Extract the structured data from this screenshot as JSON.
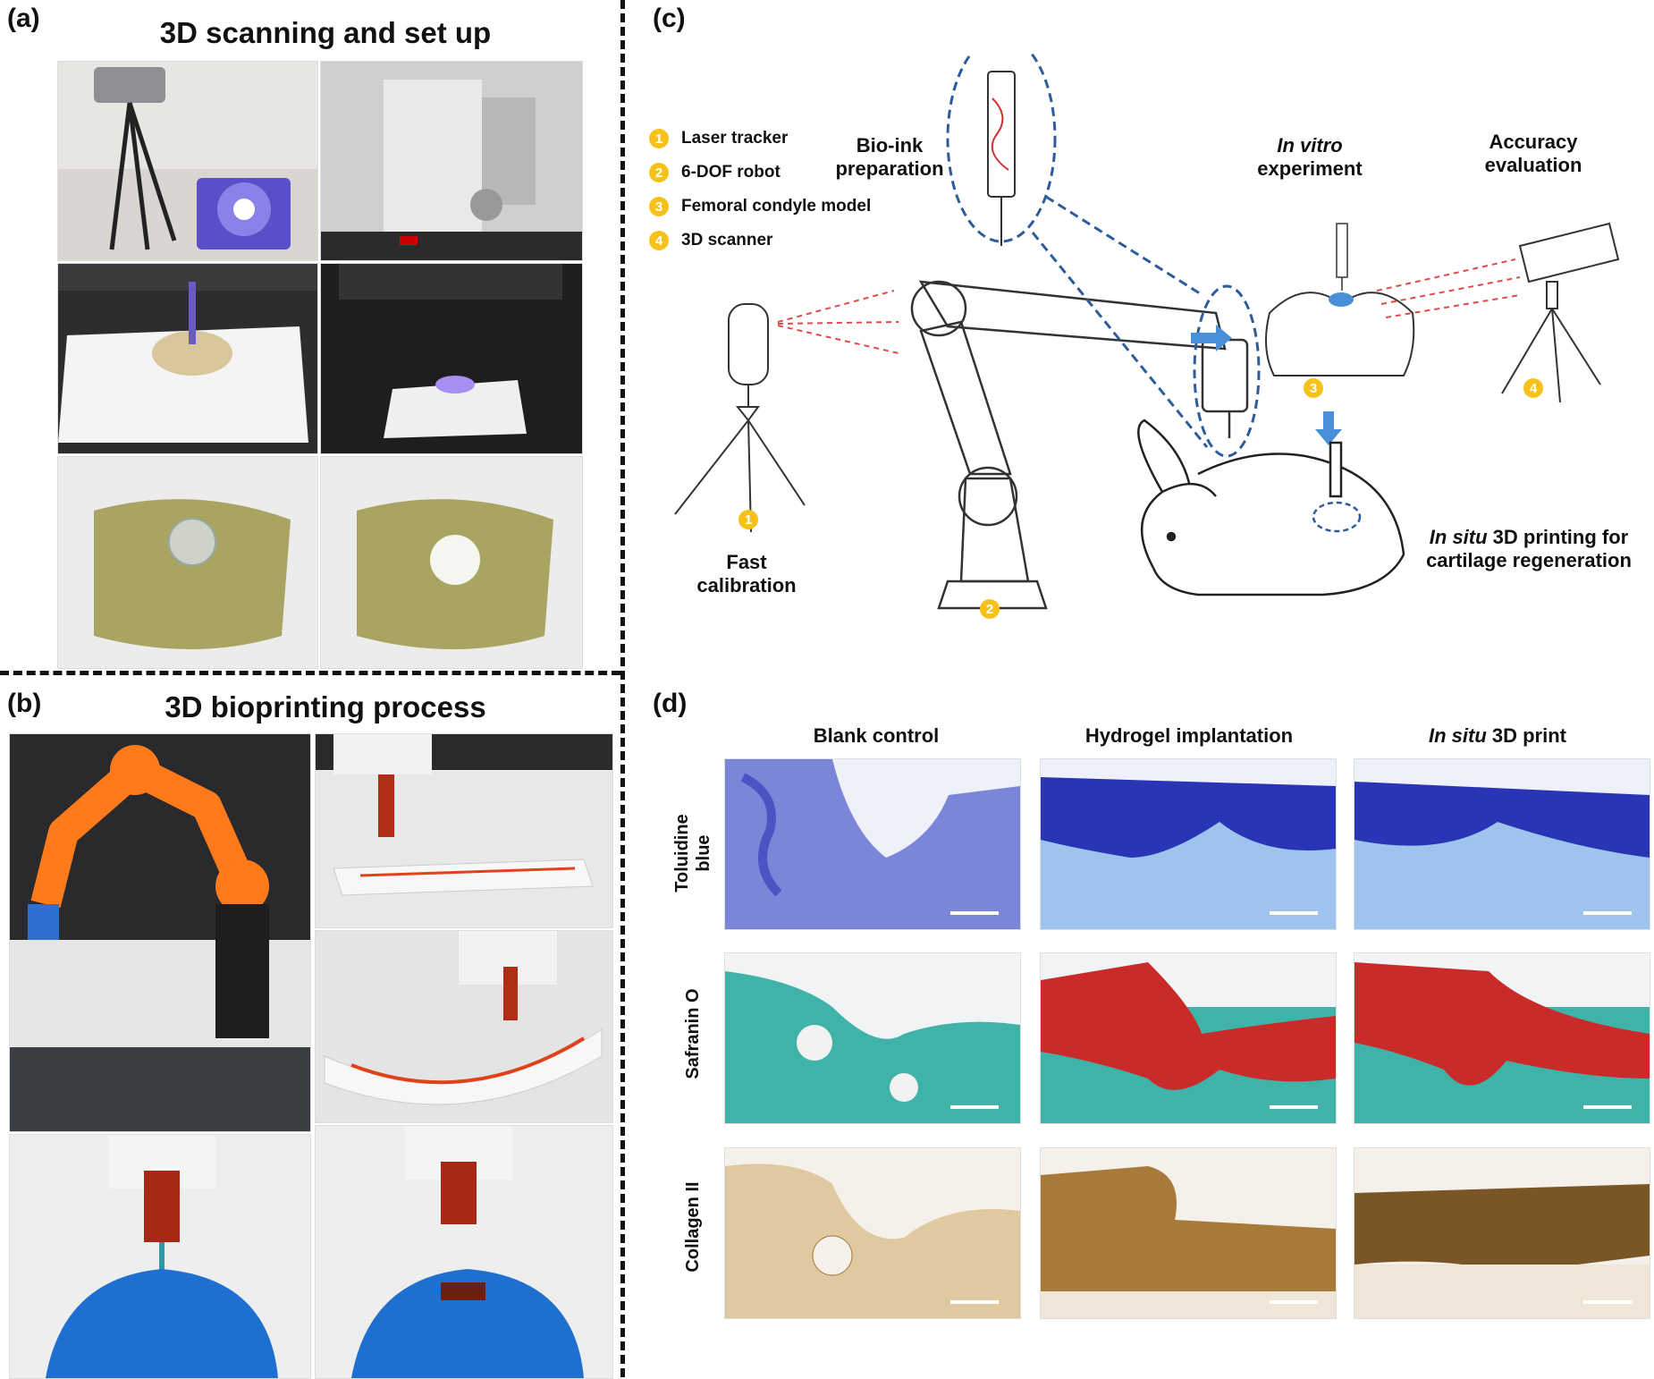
{
  "panels": {
    "a": {
      "letter": "(a)",
      "title": "3D scanning and set up"
    },
    "b": {
      "letter": "(b)",
      "title": "3D bioprinting process"
    },
    "c": {
      "letter": "(c)",
      "legend": [
        {
          "num": "1",
          "label": "Laser tracker"
        },
        {
          "num": "2",
          "label": "6-DOF robot"
        },
        {
          "num": "3",
          "label": "Femoral condyle model"
        },
        {
          "num": "4",
          "label": "3D scanner"
        }
      ],
      "bioink_line1": "Bio-ink",
      "bioink_line2": "preparation",
      "invitro_italic": "In vitro",
      "invitro_rest": "experiment",
      "accuracy_line1": "Accuracy",
      "accuracy_line2": "evaluation",
      "calib_line1": "Fast",
      "calib_line2": "calibration",
      "insitu_italic": "In situ",
      "insitu_rest": " 3D printing for",
      "insitu_line2": "cartilage regeneration",
      "badges": [
        "1",
        "2",
        "3",
        "4"
      ]
    },
    "d": {
      "letter": "(d)",
      "columns": [
        {
          "plain": "Blank control",
          "italic": ""
        },
        {
          "plain": "Hydrogel implantation",
          "italic": ""
        },
        {
          "plain": " 3D print",
          "italic": "In situ"
        }
      ],
      "rows": [
        {
          "line1": "Toluidine",
          "line2": "blue"
        },
        {
          "line1": "Safranin O",
          "line2": ""
        },
        {
          "line1": "Collagen II",
          "line2": ""
        }
      ]
    }
  },
  "colors": {
    "toluidine": "#2a35b5",
    "safranin_red": "#c92b2b",
    "safranin_teal": "#3fb3a8",
    "collagen": "#a87a3a",
    "badge": "#f5c11a",
    "arrow": "#4a90d9",
    "dashed_blue": "#2e5c9a"
  }
}
